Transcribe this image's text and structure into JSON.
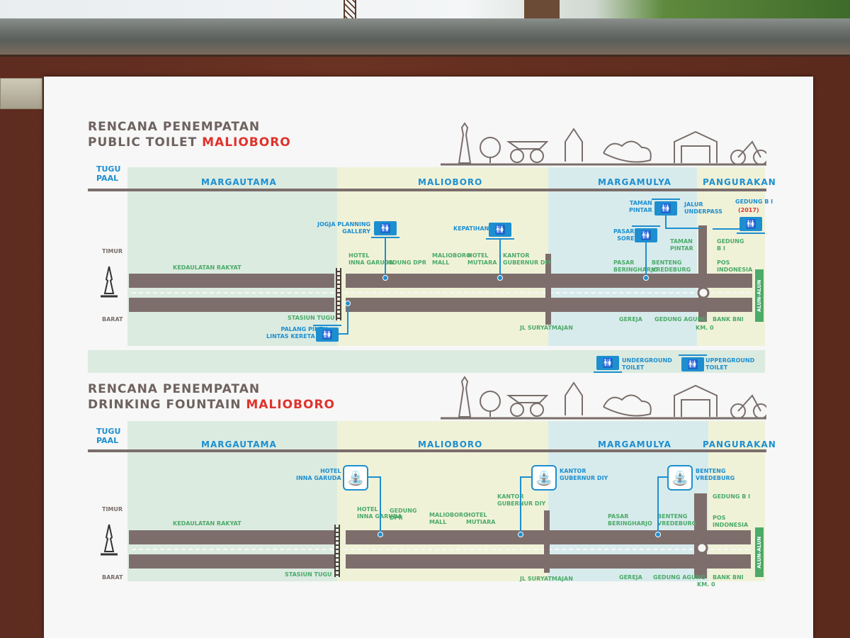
{
  "panel1": {
    "title_line1": "RENCANA PENEMPATAN",
    "title_line2": "PUBLIC TOILET",
    "title_accent": "MALIOBORO",
    "tugu": "TUGU",
    "paal": "PAAL",
    "districts": [
      "MARGAUTAMA",
      "MALIOBORO",
      "MARGAMULYA",
      "PANGURAKAN"
    ],
    "timur": "TIMUR",
    "barat": "BARAT",
    "streets": {
      "kedaulatan": "KEDAULATAN RAKYAT",
      "stasiun": "STASIUN TUGU",
      "suryatmajan": "JL SURYATMAJAN",
      "km0": "KM. 0",
      "alun": "ALUN-ALUN"
    },
    "landmarks": {
      "hotel_inna": [
        "HOTEL",
        "INNA GARUDA"
      ],
      "gedung_dpr": "GEDUNG DPR",
      "malioboro_mall": [
        "MALIOBORO",
        "MALL"
      ],
      "hotel_mutiara": [
        "HOTEL",
        "MUTIARA"
      ],
      "kantor_gub": [
        "KANTOR",
        "GUBERNUR DIY"
      ],
      "pasar_bering": [
        "PASAR",
        "BERINGHARJO"
      ],
      "benteng": [
        "BENTENG",
        "VREDEBURG"
      ],
      "taman_pintar_lbl": [
        "TAMAN",
        "PINTAR"
      ],
      "gedung_bi_lbl": [
        "GEDUNG",
        "B I"
      ],
      "pos": [
        "POS",
        "INDONESIA"
      ],
      "gereja": "GEREJA",
      "gedung_agung": "GEDUNG AGUNG",
      "bank_bni": "BANK BNI"
    },
    "toilets": {
      "jogja_planning": [
        "JOGJA PLANNING",
        "GALLERY"
      ],
      "kepatihan": "KEPATIHAN",
      "taman_pintar": [
        "TAMAN",
        "PINTAR"
      ],
      "pasar_sore": [
        "PASAR",
        "SORE"
      ],
      "jalur_underpass": [
        "JALUR",
        "UNDERPASS"
      ],
      "gedung_bi": "GEDUNG B I",
      "year": "(2017)",
      "palang_pintu": [
        "PALANG PINTU",
        "LINTAS KERETA API"
      ]
    },
    "legend": {
      "underground": [
        "UNDERGROUND",
        "TOILET"
      ],
      "upperground": [
        "UPPERGROUND",
        "TOILET"
      ]
    }
  },
  "panel2": {
    "title_line1": "RENCANA PENEMPATAN",
    "title_line2": "DRINKING FOUNTAIN",
    "title_accent": "MALIOBORO",
    "tugu": "TUGU",
    "paal": "PAAL",
    "districts": [
      "MARGAUTAMA",
      "MALIOBORO",
      "MARGAMULYA",
      "PANGURAKAN"
    ],
    "timur": "TIMUR",
    "barat": "BARAT",
    "streets": {
      "kedaulatan": "KEDAULATAN RAKYAT",
      "stasiun": "STASIUN TUGU",
      "suryatmajan": "JL SURYATMAJAN",
      "km0": "KM. 0",
      "alun": "ALUN-ALUN"
    },
    "fountains": {
      "hotel_inna": [
        "HOTEL",
        "INNA GARUDA"
      ],
      "kantor_gub": [
        "KANTOR",
        "GUBERNUR DIY"
      ],
      "benteng": [
        "BENTENG",
        "VREDEBURG"
      ]
    },
    "landmarks": {
      "hotel_inna": [
        "HOTEL",
        "INNA GARUDA"
      ],
      "gedung_dpr": [
        "GEDUNG",
        "DPR"
      ],
      "malioboro_mall": [
        "MALIOBORO",
        "MALL"
      ],
      "hotel_mutiara": [
        "HOTEL",
        "MUTIARA"
      ],
      "kantor_gub": [
        "KANTOR",
        "GUBERNUR DIY"
      ],
      "pasar_bering": [
        "PASAR",
        "BERINGHARJO"
      ],
      "benteng": [
        "BENTENG",
        "VREDEBURG"
      ],
      "gedung_bi": "GEDUNG B I",
      "pos": [
        "POS",
        "INDONESIA"
      ],
      "gereja": "GEREJA",
      "gedung_agung": "GEDUNG AGUNG",
      "bank_bni": "BANK BNI"
    }
  },
  "colors": {
    "accent_blue": "#1d8fd0",
    "accent_red": "#e0322d",
    "label_green": "#4caa6a",
    "road_gray": "#7d6e6c"
  },
  "icons": [
    "toilet-icon",
    "drinking-fountain-icon",
    "tugu-monument-icon"
  ]
}
